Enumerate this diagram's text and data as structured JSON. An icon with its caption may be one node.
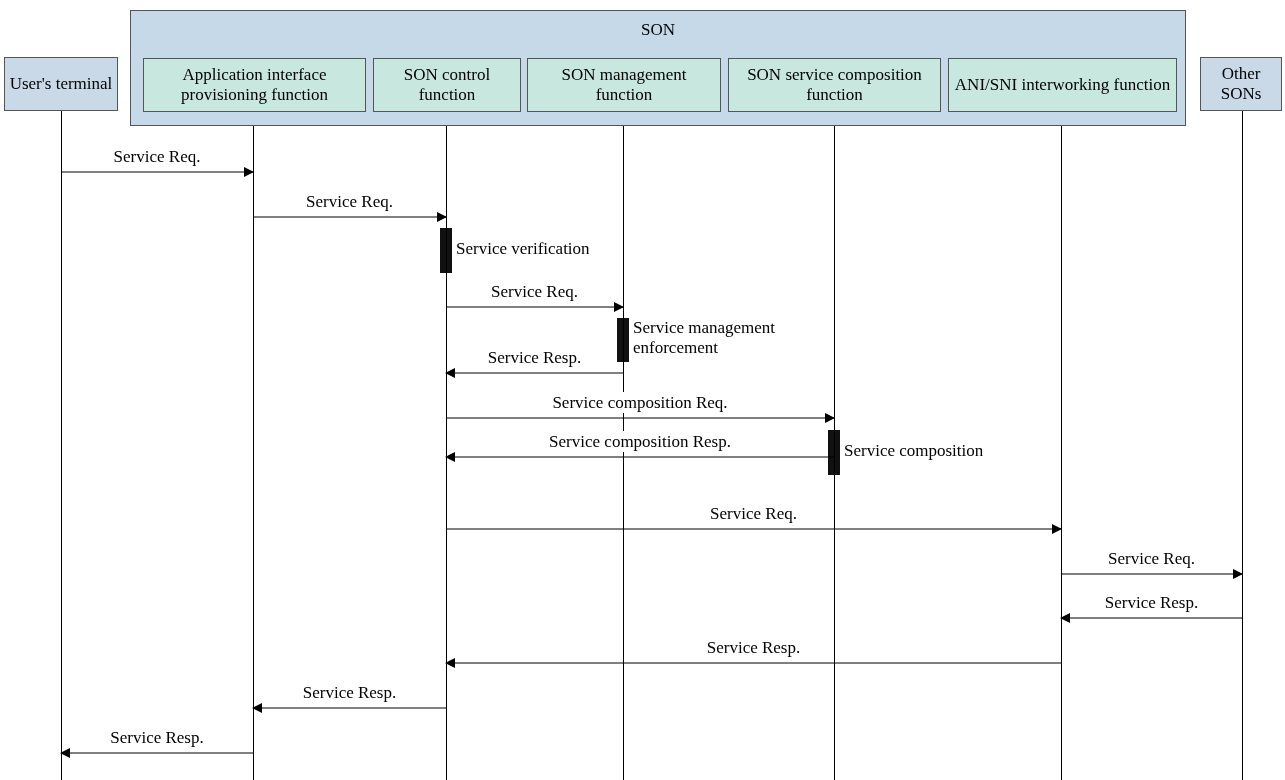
{
  "diagram": {
    "nodes": [
      {
        "text": [
          "User's terminal"
        ]
      },
      {
        "text": [
          "SON"
        ]
      },
      {
        "text": [
          "Application interface provisioning function"
        ],
        "in": 1
      },
      {
        "text": [
          "SON control function"
        ],
        "in": 1
      },
      {
        "text": [
          "SON management function"
        ],
        "in": 1
      },
      {
        "text": [
          "SON service composition function"
        ],
        "in": 1
      },
      {
        "text": [
          "ANI/SNI interworking function"
        ],
        "in": 1
      },
      {
        "text": [
          "Other SONs"
        ]
      },
      {
        "text": [],
        "shape": "line"
      },
      {
        "text": [],
        "shape": "line"
      },
      {
        "text": [],
        "shape": "line"
      },
      {
        "text": [],
        "shape": "line"
      },
      {
        "text": [],
        "shape": "line"
      },
      {
        "text": [],
        "shape": "line"
      },
      {
        "text": [],
        "shape": "line"
      }
    ],
    "edges": [
      {
        "from": 8,
        "to": 9,
        "arrow": "to",
        "label": "Service Req."
      },
      {
        "from": 9,
        "to": 10,
        "arrow": "to",
        "label": "Service Req."
      },
      {
        "from": 10,
        "to": 11,
        "arrow": "to",
        "label": "Service Req."
      },
      {
        "from": 11,
        "to": 10,
        "arrow": "to",
        "label": "Service Resp."
      },
      {
        "from": 10,
        "to": 12,
        "arrow": "to",
        "label": "Service composition Req."
      },
      {
        "from": 12,
        "to": 10,
        "arrow": "to",
        "label": "Service composition Resp."
      },
      {
        "from": 10,
        "to": 13,
        "arrow": "to",
        "label": "Service Req."
      },
      {
        "from": 13,
        "to": 14,
        "arrow": "to",
        "label": "Service Req."
      },
      {
        "from": 14,
        "to": 13,
        "arrow": "to",
        "label": "Service Resp."
      },
      {
        "from": 13,
        "to": 10,
        "arrow": "to",
        "label": "Service Resp."
      },
      {
        "from": 10,
        "to": 9,
        "arrow": "to",
        "label": "Service Resp."
      },
      {
        "from": 9,
        "to": 8,
        "arrow": "to",
        "label": "Service Resp."
      }
    ],
    "labels": [
      "Service verification",
      "Service management enforcement",
      "Service composition"
    ]
  }
}
